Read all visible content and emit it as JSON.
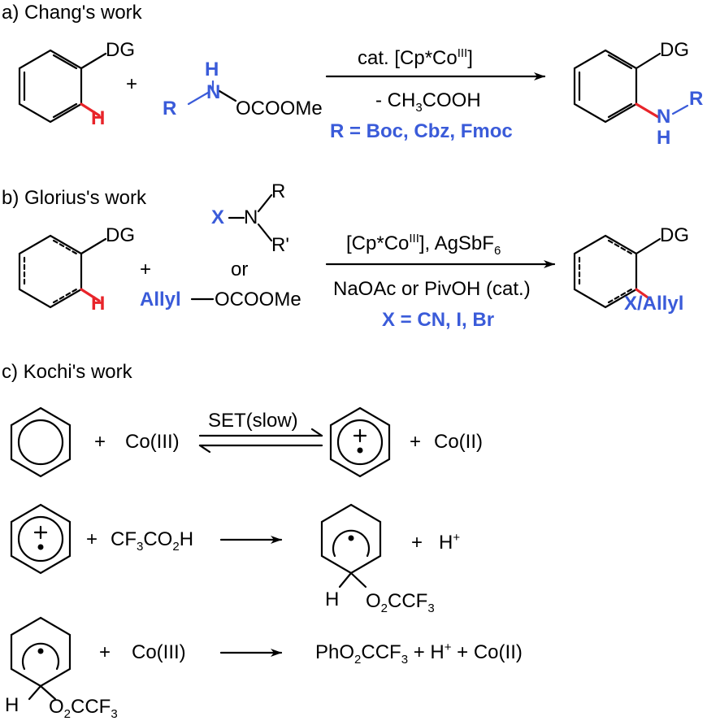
{
  "colors": {
    "blue": "#3a5bd9",
    "red": "#e8242a",
    "black": "#000000"
  },
  "section_a": {
    "title": "a) Chang's work",
    "dg": "DG",
    "h": "H",
    "plus": "+",
    "reagent_h": "H",
    "reagent_n": "N",
    "reagent_r": "R",
    "reagent_tail": "OCOOMe",
    "conditions_1_pre": "cat. [Cp*Co",
    "conditions_1_sup": "III",
    "conditions_1_post": "]",
    "conditions_2_pre": "- CH",
    "conditions_2_sub": "3",
    "conditions_2_post": "COOH",
    "r_groups": "R = Boc, Cbz, Fmoc",
    "product_dg": "DG",
    "product_n": "N",
    "product_r": "R",
    "product_h": "H"
  },
  "section_b": {
    "title": "b) Glorius's work",
    "dg": "DG",
    "h": "H",
    "plus": "+",
    "reagent_x": "X",
    "reagent_n": "N",
    "reagent_r": "R",
    "reagent_r2": "R'",
    "or": "or",
    "allyl": "Allyl",
    "allyl_tail": "OCOOMe",
    "conditions_1_pre": "[Cp*Co",
    "conditions_1_sup": "III",
    "conditions_1_mid": "], AgSbF",
    "conditions_1_sub": "6",
    "conditions_2": "NaOAc or PivOH (cat.)",
    "x_groups": "X = CN, I, Br",
    "product_dg": "DG",
    "product_sub": "X/Allyl"
  },
  "section_c": {
    "title": "c) Kochi's work",
    "row1_plus": "+",
    "row1_reagent": "Co(III)",
    "row1_arrow_label": "SET(slow)",
    "row1_plus2": "+",
    "row1_product": "Co(II)",
    "row2_plus": "+",
    "row2_reagent_pre": "CF",
    "row2_reagent_sub1": "3",
    "row2_reagent_mid": "CO",
    "row2_reagent_sub2": "2",
    "row2_reagent_post": "H",
    "row2_plus2": "+",
    "row2_product_pre": "H",
    "row2_product_sup": "+",
    "row2_h": "H",
    "row2_o_pre": "O",
    "row2_o_sub": "2",
    "row2_o_mid": "CCF",
    "row2_o_sub2": "3",
    "row3_plus": "+",
    "row3_reagent": "Co(III)",
    "row3_h": "H",
    "row3_o_pre": "O",
    "row3_o_sub": "2",
    "row3_o_mid": "CCF",
    "row3_o_sub2": "3",
    "row3_product_pre": "PhO",
    "row3_product_sub": "2",
    "row3_product_mid": "CCF",
    "row3_product_sub2": "3",
    "row3_product_h": " + H",
    "row3_product_sup": "+",
    "row3_product_post": " + Co(II)"
  }
}
